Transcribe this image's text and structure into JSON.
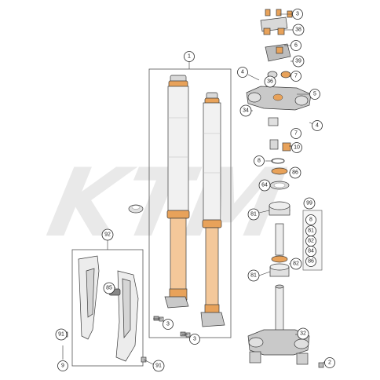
{
  "watermark": {
    "text": "KTM"
  },
  "colors": {
    "orange": "#e8a25a",
    "orange_light": "#f4c89a",
    "metal": "#d9d9d9",
    "metal_dark": "#b8b8b8",
    "line": "#333333"
  },
  "callouts": [
    {
      "id": "c1",
      "text": "1"
    },
    {
      "id": "c2",
      "text": "2"
    },
    {
      "id": "c3a",
      "text": "3"
    },
    {
      "id": "c3b",
      "text": "3"
    },
    {
      "id": "c3c",
      "text": "3"
    },
    {
      "id": "c4a",
      "text": "4"
    },
    {
      "id": "c4b",
      "text": "4"
    },
    {
      "id": "c5",
      "text": "5"
    },
    {
      "id": "c6",
      "text": "6"
    },
    {
      "id": "c7a",
      "text": "7"
    },
    {
      "id": "c7b",
      "text": "7"
    },
    {
      "id": "c8",
      "text": "8"
    },
    {
      "id": "c9",
      "text": "9"
    },
    {
      "id": "c10",
      "text": "10"
    },
    {
      "id": "c32",
      "text": "32"
    },
    {
      "id": "c34",
      "text": "34"
    },
    {
      "id": "c36",
      "text": "36"
    },
    {
      "id": "c38",
      "text": "38"
    },
    {
      "id": "c39",
      "text": "39"
    },
    {
      "id": "c64",
      "text": "64"
    },
    {
      "id": "c81a",
      "text": "81"
    },
    {
      "id": "c81b",
      "text": "81"
    },
    {
      "id": "c82",
      "text": "82"
    },
    {
      "id": "c85",
      "text": "85"
    },
    {
      "id": "c86",
      "text": "86"
    },
    {
      "id": "c91a",
      "text": "91"
    },
    {
      "id": "c91b",
      "text": "91"
    },
    {
      "id": "c92",
      "text": "92"
    }
  ],
  "kit": {
    "label": "99",
    "items": [
      "8",
      "81",
      "82",
      "84",
      "86"
    ]
  }
}
